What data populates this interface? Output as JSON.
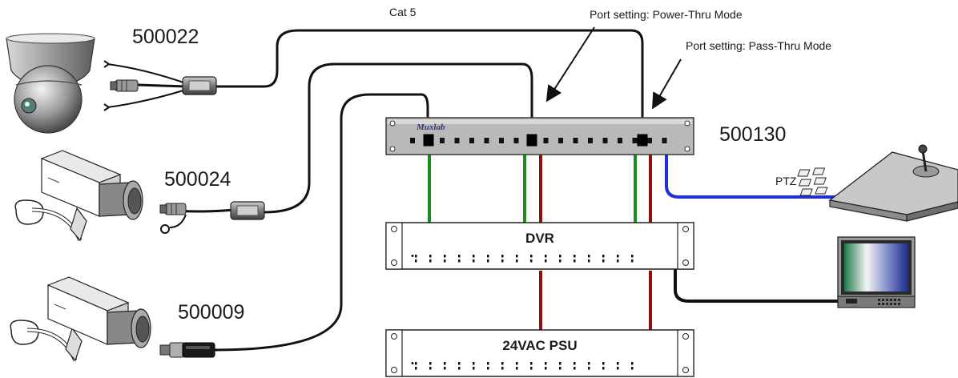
{
  "labels": {
    "dome_part": "500022",
    "box_part": "500024",
    "bnc_part": "500009",
    "switch_part": "500130",
    "cable_type": "Cat 5",
    "power_thru": "Port setting: Power-Thru Mode",
    "pass_thru": "Port setting: Pass-Thru Mode",
    "ptz": "PTZ",
    "dvr": "DVR",
    "psu": "24VAC PSU",
    "brand": "Muxlab"
  },
  "colors": {
    "cable": "#111111",
    "video_link": "#1f8a1f",
    "power_link": "#8b1010",
    "ptz_link": "#1c2fd8",
    "panel": "#b9b9b9"
  },
  "icons": {
    "dome_camera": "dome-camera-icon",
    "box_camera": "box-camera-icon",
    "keyboard": "ptz-keyboard-icon",
    "monitor": "monitor-icon"
  }
}
